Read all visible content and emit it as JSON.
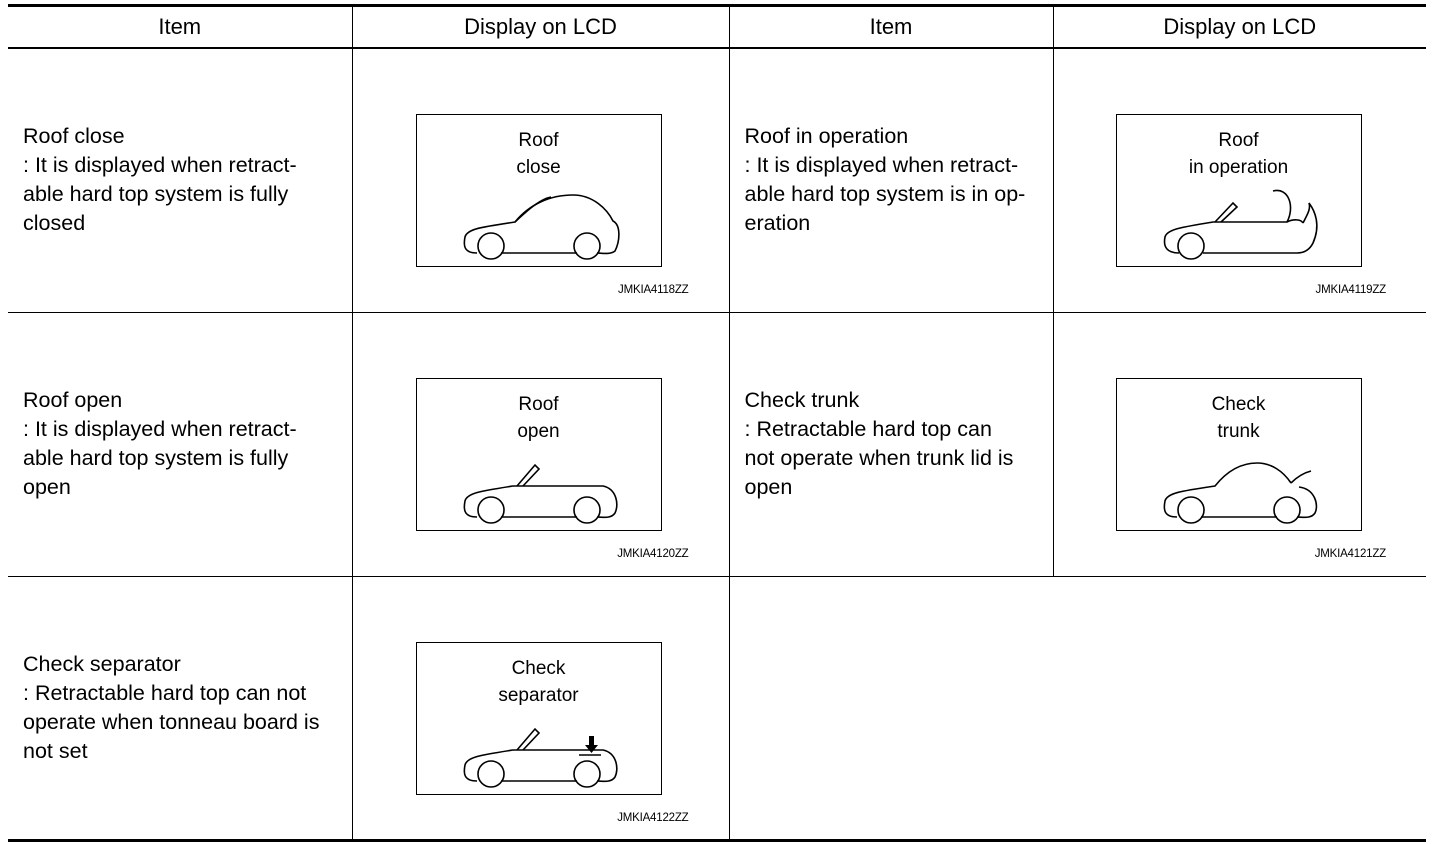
{
  "header": {
    "col1": "Item",
    "col2": "Display on LCD",
    "col3": "Item",
    "col4": "Display on LCD"
  },
  "rows": [
    {
      "left": {
        "desc": "Roof close\n: It is displayed when retract-\nable hard top system is fully\nclosed",
        "lcd_text": "Roof\nclose",
        "code": "JMKIA4118ZZ",
        "icon": "car-roof-closed-icon"
      },
      "right": {
        "desc": "Roof in operation\n: It is displayed when retract-\nable hard top system is in op-\neration",
        "lcd_text": "Roof\nin operation",
        "code": "JMKIA4119ZZ",
        "icon": "car-roof-in-operation-icon"
      }
    },
    {
      "left": {
        "desc": "Roof open\n: It is displayed when retract-\nable hard top system is fully\nopen",
        "lcd_text": "Roof\nopen",
        "code": "JMKIA4120ZZ",
        "icon": "car-roof-open-icon"
      },
      "right": {
        "desc": "Check trunk\n: Retractable hard top can\nnot operate when trunk lid is\nopen",
        "lcd_text": "Check\ntrunk",
        "code": "JMKIA4121ZZ",
        "icon": "car-check-trunk-icon"
      }
    },
    {
      "left": {
        "desc": "Check separator\n: Retractable hard top can not\noperate when tonneau board is\nnot set",
        "lcd_text": "Check\nseparator",
        "code": "JMKIA4122ZZ",
        "icon": "car-check-separator-icon"
      }
    }
  ]
}
